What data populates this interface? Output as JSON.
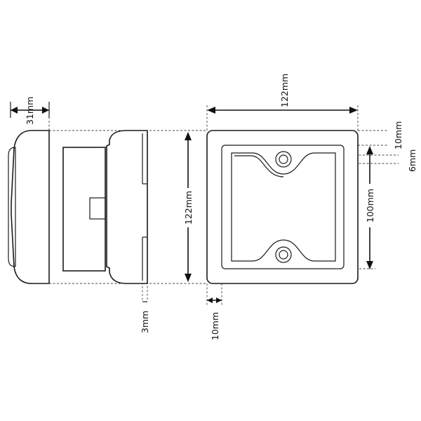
{
  "dimensions": {
    "side_depth": "31mm",
    "side_height": "122mm",
    "front_width": "122mm",
    "border_top": "10mm",
    "hole_offset": "6mm",
    "inner_height": "100mm",
    "flange_thickness": "3mm",
    "border_left": "10mm"
  }
}
